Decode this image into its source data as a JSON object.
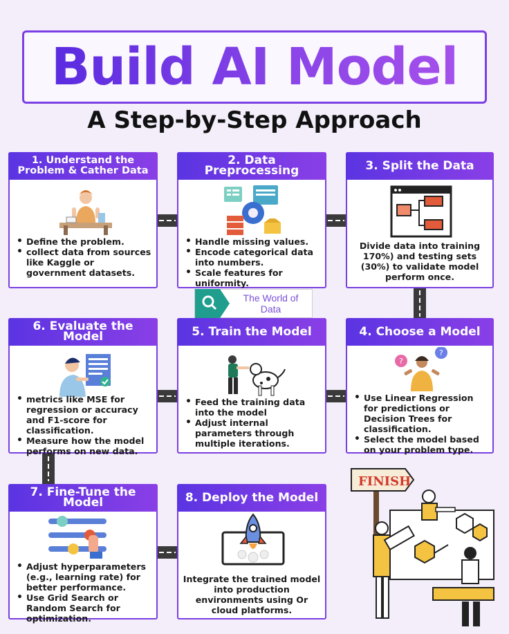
{
  "header": {
    "title": "Build AI Model",
    "subtitle": "A Step-by-Step Approach"
  },
  "watermark": {
    "line1": "The World of",
    "line2": "Data",
    "icon": "search-icon"
  },
  "steps": [
    {
      "title_line1": "1. Understand the",
      "title_line2": "Problem & Cather Data",
      "bullets": [
        "Define the problem.",
        "collect data from sources like Kaggle or government datasets."
      ],
      "icon": "thinking-person-illustration"
    },
    {
      "title": "2. Data Preprocessing",
      "bullets": [
        "Handle missing values.",
        "Encode categorical data into numbers.",
        "Scale features for uniformity."
      ],
      "icon": "data-gear-illustration"
    },
    {
      "title": "3. Split the Data",
      "text": "Divide data into training 170%) and testing sets (30%) to validate model perform once.",
      "icon": "folder-tree-illustration"
    },
    {
      "title": "4. Choose a Model",
      "bullets": [
        "Use Linear Regression for predictions or Decision Trees for classification.",
        "Select the model based on your problem type."
      ],
      "icon": "question-person-illustration"
    },
    {
      "title": "5. Train the Model",
      "bullets": [
        "Feed the training data into the model",
        "Adjust internal parameters through multiple iterations."
      ],
      "icon": "dog-training-illustration"
    },
    {
      "title": "6. Evaluate the Model",
      "bullets": [
        "metrics like MSE for regression or accuracy and F1-score for classification.",
        "Measure how the model performs on new data."
      ],
      "icon": "report-person-illustration"
    },
    {
      "title": "7. Fine-Tune the Model",
      "bullets": [
        "Adjust hyperparameters (e.g., learning rate) for better performance.",
        "Use Grid Search or Random Search for optimization."
      ],
      "icon": "slider-hand-illustration"
    },
    {
      "title": "8. Deploy the Model",
      "text": "Integrate the trained model into production environments using Or cloud platforms.",
      "icon": "rocket-laptop-illustration"
    }
  ],
  "finish_sign": "FINISH",
  "colors": {
    "accent": "#6c2ee0",
    "header_gradient_start": "#5b34e2",
    "header_gradient_end": "#8a3fe6",
    "background": "#f3eefa",
    "watermark_teal": "#1f9e8e"
  }
}
